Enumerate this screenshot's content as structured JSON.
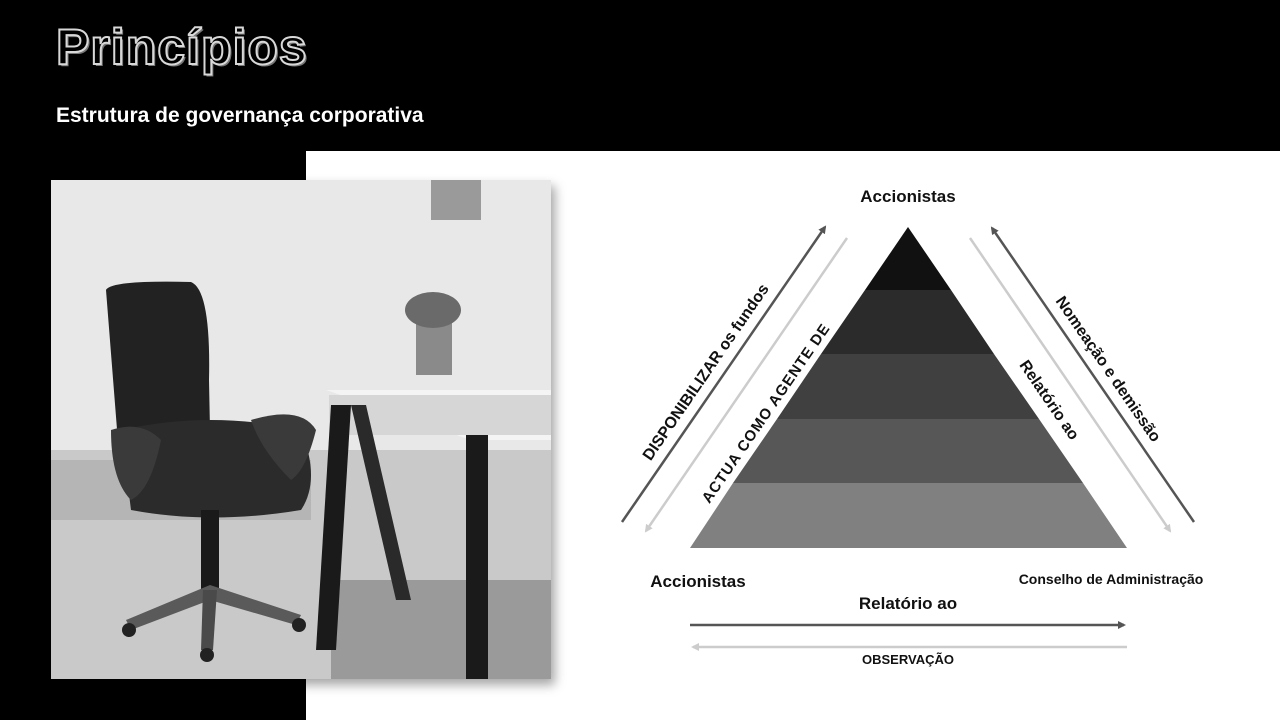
{
  "slide": {
    "title": "Princípios",
    "subtitle": "Estrutura de governança corporativa"
  },
  "diagram": {
    "top_label": "Accionistas",
    "bottom_left_label": "Accionistas",
    "bottom_right_label": "Conselho de Administração",
    "left_outer_arrow_label": "DISPONIBILIZAR os fundos",
    "left_inner_arrow_label": "ACTUA COMO AGENTE DE",
    "right_outer_arrow_label": "Nomeação e demissão",
    "right_inner_arrow_label": "Relatório ao",
    "bottom_top_arrow_label": "Relatório ao",
    "bottom_bottom_arrow_label": "OBSERVAÇÃO",
    "pyramid_band_colors": [
      "#111111",
      "#2b2b2b",
      "#404040",
      "#575757",
      "#808080"
    ],
    "dark_arrow_color": "#555555",
    "light_arrow_color": "#cccccc"
  }
}
